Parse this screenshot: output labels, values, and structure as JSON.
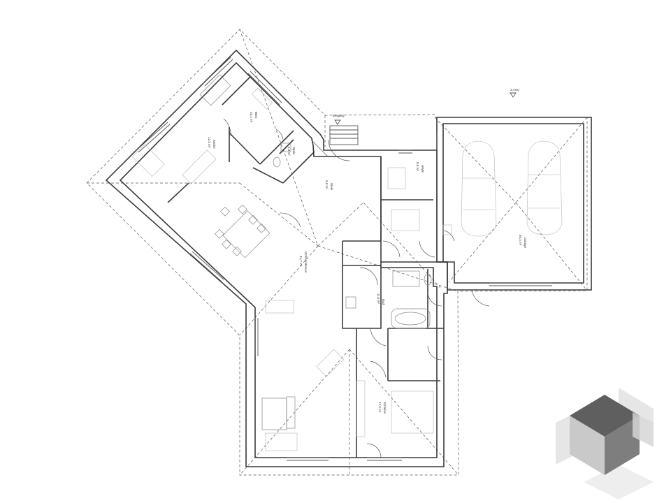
{
  "labels": {
    "entrance": "Eingang",
    "area_marker": "3,Ansr",
    "bath": "Bad",
    "bath_area": "11,6 m²",
    "hall": "Diele",
    "hall_area": "9,0 m²",
    "utility": "HWR",
    "utility_area": "8,9 m²",
    "guest_wc": "WC",
    "kitchen": "Küche",
    "kitchen_area": "12,3 m²",
    "living": "Wohnen/Essen",
    "living_area": "41,7 m²",
    "office": "Büro",
    "office_area": "15,1 m²",
    "garage": "Garage",
    "garage_area": "40,4 m²",
    "bedroom": "Schlafen",
    "bedroom_area": "17,3 m²",
    "pantry": "Speis",
    "pantry_area": "4,8 m²"
  },
  "logo": {
    "name": "house-cube-logo",
    "colors": [
      "#5f5f5f",
      "#8a8a8a",
      "#c9c9c9",
      "#e6e6e6"
    ]
  }
}
